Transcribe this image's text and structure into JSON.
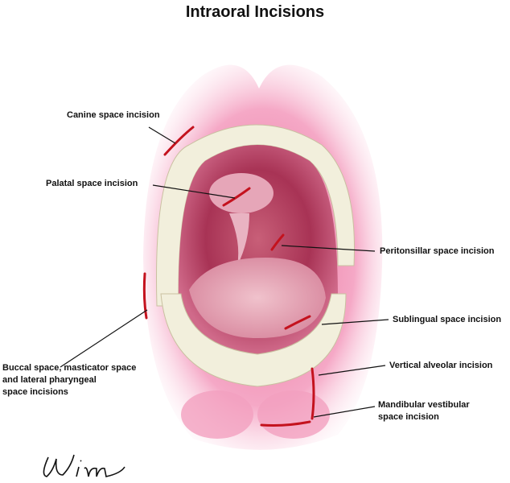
{
  "title": "Intraoral Incisions",
  "labels": {
    "canine": "Canine space incision",
    "palatal": "Palatal space incision",
    "peritonsillar": "Peritonsillar space incision",
    "sublingual": "Sublingual space incision",
    "vertical_alveolar": "Vertical  alveolar incision",
    "mandibular_1": "Mandibular vestibular",
    "mandibular_2": "space incision",
    "buccal_1": "Buccal space, masticator space",
    "buccal_2": "and lateral pharyngeal",
    "buccal_3": "space incisions"
  },
  "signature": "Winn",
  "colors": {
    "lip": "#f4a6c4",
    "mouth": "#b8385a",
    "incision": "#c4121e",
    "tooth": "#f2efdc"
  }
}
